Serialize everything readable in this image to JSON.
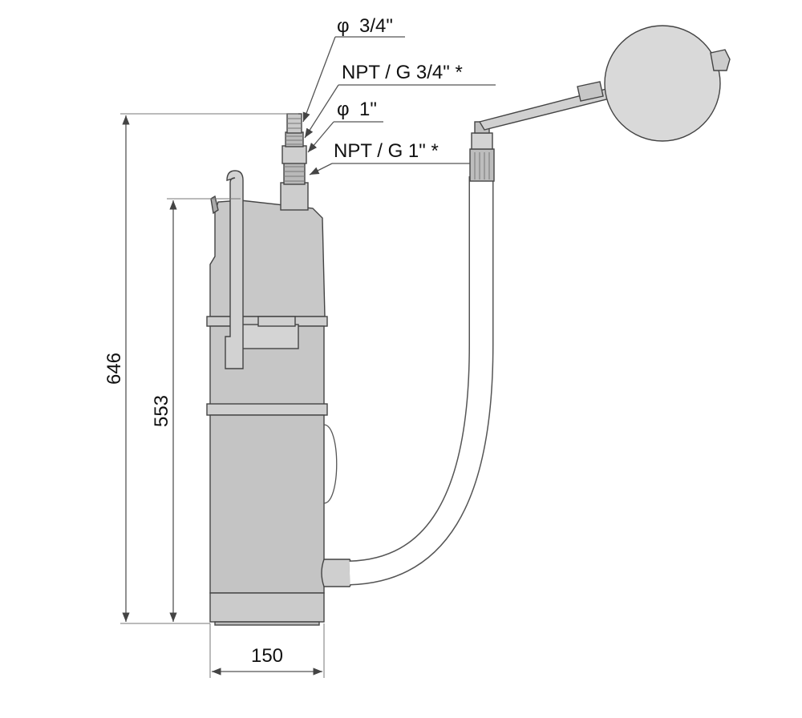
{
  "labels": {
    "dim_total_height": "646",
    "dim_body_height": "553",
    "dim_width": "150",
    "callout_hose_small": "3/4\"",
    "callout_thread_small": "NPT / G 3/4\" *",
    "callout_hose_large": "1\"",
    "callout_thread_large": "NPT / G 1\" *",
    "diameter_symbol": "φ"
  },
  "colors": {
    "body_fill": "#c8c8c8",
    "float_fill": "#d9d9d9",
    "line": "#555555",
    "text": "#111111"
  }
}
